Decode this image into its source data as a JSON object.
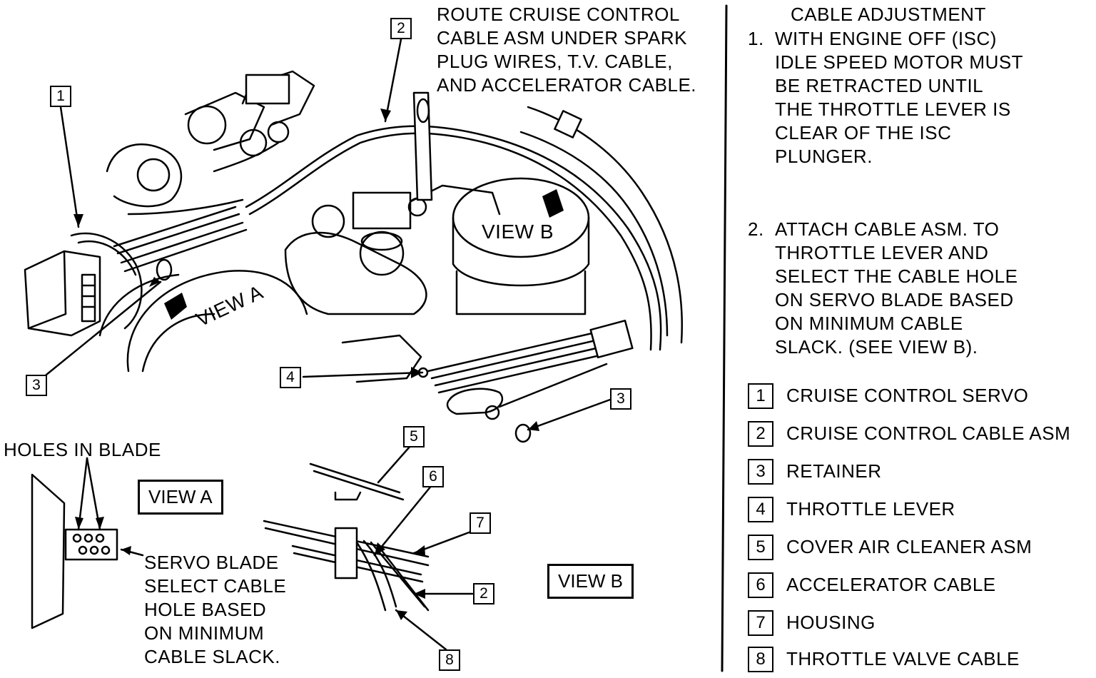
{
  "route_note": [
    "ROUTE CRUISE CONTROL",
    "CABLE ASM UNDER SPARK",
    "PLUG WIRES, T.V. CABLE,",
    "AND ACCELERATOR CABLE."
  ],
  "adjustment": {
    "title": "CABLE ADJUSTMENT",
    "step1": {
      "num": "1.",
      "lines": [
        "WITH ENGINE OFF (ISC)",
        "IDLE SPEED MOTOR MUST",
        "BE RETRACTED UNTIL",
        "THE THROTTLE LEVER IS",
        "CLEAR OF THE ISC",
        "PLUNGER."
      ]
    },
    "step2": {
      "num": "2.",
      "lines": [
        "ATTACH CABLE ASM. TO",
        "THROTTLE LEVER AND",
        "SELECT THE CABLE HOLE",
        "ON SERVO BLADE BASED",
        "ON MINIMUM CABLE",
        "SLACK. (SEE VIEW B)."
      ]
    }
  },
  "legend": [
    {
      "num": "1",
      "label": "CRUISE CONTROL SERVO"
    },
    {
      "num": "2",
      "label": "CRUISE CONTROL CABLE ASM"
    },
    {
      "num": "3",
      "label": "RETAINER"
    },
    {
      "num": "4",
      "label": "THROTTLE LEVER"
    },
    {
      "num": "5",
      "label": "COVER AIR CLEANER ASM"
    },
    {
      "num": "6",
      "label": "ACCELERATOR CABLE"
    },
    {
      "num": "7",
      "label": "HOUSING"
    },
    {
      "num": "8",
      "label": "THROTTLE VALVE CABLE"
    }
  ],
  "drawing_labels": {
    "view_a_in_drawing": "VIEW A",
    "view_b_in_drawing": "VIEW B",
    "holes_in_blade": "HOLES IN BLADE",
    "view_a_box": "VIEW A",
    "view_b_box": "VIEW B",
    "servo_blade_note": [
      "SERVO BLADE",
      "SELECT CABLE",
      "HOLE BASED",
      "ON MINIMUM",
      "CABLE SLACK."
    ]
  },
  "callouts": {
    "c1": "1",
    "c2_top": "2",
    "c3_left": "3",
    "c4": "4",
    "c3_right": "3",
    "c5": "5",
    "c6": "6",
    "c7": "7",
    "c2_viewb": "2",
    "c8": "8"
  }
}
